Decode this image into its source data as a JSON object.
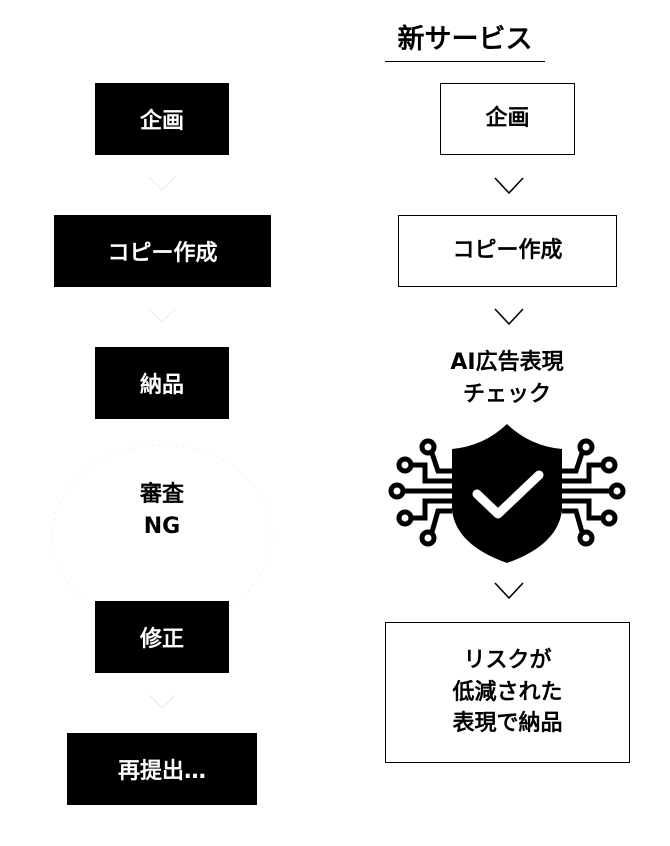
{
  "old_flow": {
    "steps": [
      "企画",
      "コピー作成",
      "納品"
    ],
    "review": {
      "line1": "審査",
      "line2": "NG"
    },
    "fix_steps": [
      "修正",
      "再提出…"
    ]
  },
  "new_service": {
    "title": "新サービス",
    "steps": [
      "企画",
      "コピー作成"
    ],
    "check": {
      "line1": "AI広告表現",
      "line2": "チェック",
      "icon": "shield-check-circuit-icon"
    },
    "result": {
      "line1": "リスクが",
      "line2": "低減された",
      "line3": "表現で納品"
    }
  }
}
